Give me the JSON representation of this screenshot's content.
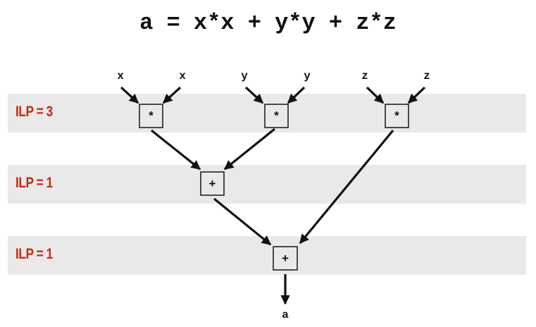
{
  "title": "a = x*x + y*y + z*z",
  "rows": [
    {
      "label": "ILP = 3"
    },
    {
      "label": "ILP = 1"
    },
    {
      "label": "ILP = 1"
    }
  ],
  "inputs": [
    "x",
    "x",
    "y",
    "y",
    "z",
    "z"
  ],
  "nodes": [
    {
      "id": "mul1",
      "op": "*"
    },
    {
      "id": "mul2",
      "op": "*"
    },
    {
      "id": "mul3",
      "op": "*"
    },
    {
      "id": "add1",
      "op": "+"
    },
    {
      "id": "add2",
      "op": "+"
    }
  ],
  "output": "a",
  "colors": {
    "label": "#c8280e",
    "band": "#e9e9e9",
    "ink": "#111111"
  }
}
